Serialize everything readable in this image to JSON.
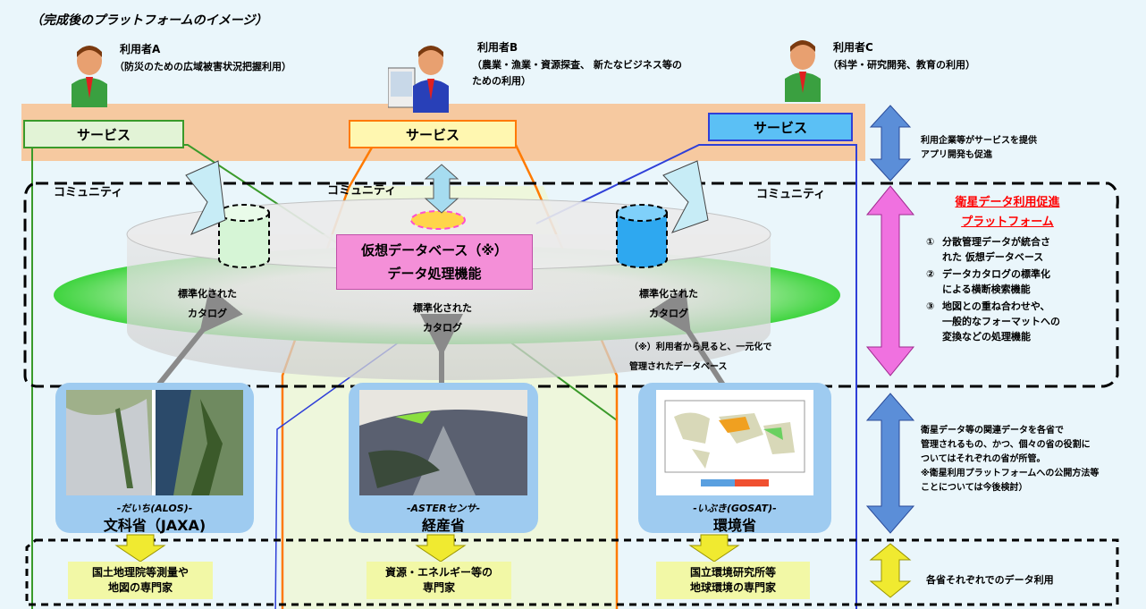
{
  "caption": "（完成後のプラットフォームのイメージ）",
  "users": [
    {
      "name": "利用者A",
      "desc": "（防災のための広域被害状況把握利用）"
    },
    {
      "name": "利用者B",
      "desc": "（農業・漁業・資源探査、 新たなビジネス等のための利用）"
    },
    {
      "name": "利用者C",
      "desc": "（科学・研究開発、教育の利用）"
    }
  ],
  "services": [
    "サービス",
    "サービス",
    "サービス"
  ],
  "community": "コミュニティ",
  "db_box": {
    "line1": "仮想データベース（※）",
    "line2": "データ処理機能"
  },
  "catalog": {
    "line1": "標準化された",
    "line2": "カタログ"
  },
  "footnote": {
    "line1": "（※）利用者から見ると、一元化で",
    "line2": "管理されたデータベース"
  },
  "platform_title": {
    "line1": "衛星データ利用促進",
    "line2": "プラットフォーム"
  },
  "platform_items": [
    {
      "num": "①",
      "lines": [
        "分散管理データが統合さ",
        "れた 仮想データベース"
      ]
    },
    {
      "num": "②",
      "lines": [
        "データカタログの標準化",
        "による横断検索機能"
      ]
    },
    {
      "num": "③",
      "lines": [
        "地図との重ね合わせや、",
        "一般的なフォーマットへの",
        "変換などの処理機能"
      ]
    }
  ],
  "right_notes": {
    "top": [
      "利用企業等がサービスを提供",
      "アプリ開発も促進"
    ],
    "middle": [
      "衛星データ等の関連データを各省で",
      "管理されるもの、かつ、個々の省の役割に",
      "ついてはそれぞれの省が所管。",
      "※衛星利用プラットフォームへの公開方法等",
      "ことについては今後検討）"
    ],
    "bottom": [
      "各省それぞれでのデータ利用"
    ]
  },
  "sources": [
    {
      "satellite": "-だいち(ALOS)-",
      "ministry": "文科省（JAXA)",
      "expert": [
        "国土地理院等測量や",
        "地図の専門家"
      ]
    },
    {
      "satellite": "-ASTERセンサ-",
      "ministry": "経産省",
      "expert": [
        "資源・エネルギー等の",
        "専門家"
      ]
    },
    {
      "satellite": "-いぶき(GOSAT)-",
      "ministry": "環境省",
      "expert": [
        "国立環境研究所等",
        "地球環境の専門家"
      ]
    }
  ],
  "colors": {
    "band": "#f6c9a0",
    "svc_green": "#e2f3d6",
    "svc_yellow": "#fff7b0",
    "svc_blue": "#5bc0f5",
    "db_pink": "#f48fd8",
    "arrow_blue": "#5b8ed8",
    "arrow_pink": "#f071e0",
    "arrow_yellow": "#f0ea30",
    "red_title": "#ff0000"
  }
}
